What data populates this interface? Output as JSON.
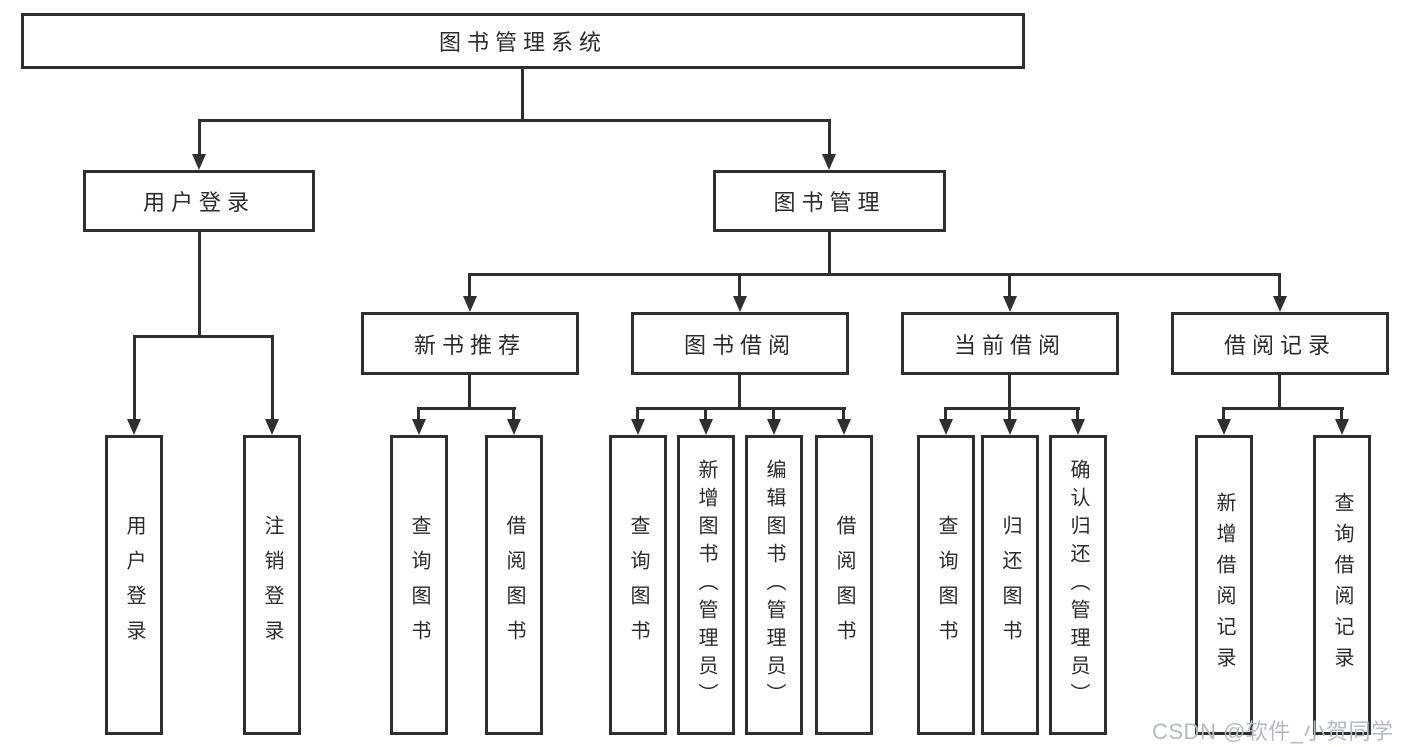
{
  "root": {
    "label": "图书管理系统"
  },
  "branches": [
    {
      "label": "用户登录",
      "children": [
        {
          "label": "用户登录"
        },
        {
          "label": "注销登录"
        }
      ]
    },
    {
      "label": "图书管理",
      "groups": [
        {
          "label": "新书推荐",
          "children": [
            {
              "label": "查询图书"
            },
            {
              "label": "借阅图书"
            }
          ]
        },
        {
          "label": "图书借阅",
          "children": [
            {
              "label": "查询图书"
            },
            {
              "label": "新增图书（管理员）"
            },
            {
              "label": "编辑图书（管理员）"
            },
            {
              "label": "借阅图书"
            }
          ]
        },
        {
          "label": "当前借阅",
          "children": [
            {
              "label": "查询图书"
            },
            {
              "label": "归还图书"
            },
            {
              "label": "确认归还（管理员）"
            }
          ]
        },
        {
          "label": "借阅记录",
          "children": [
            {
              "label": "新增借阅记录"
            },
            {
              "label": "查询借阅记录"
            }
          ]
        }
      ]
    }
  ],
  "watermark": "CSDN @软件_小贺同学",
  "colors": {
    "line": "#2f2f2f",
    "text": "#2b2b2b",
    "watermark": "#b5bac0",
    "background": "#ffffff"
  }
}
